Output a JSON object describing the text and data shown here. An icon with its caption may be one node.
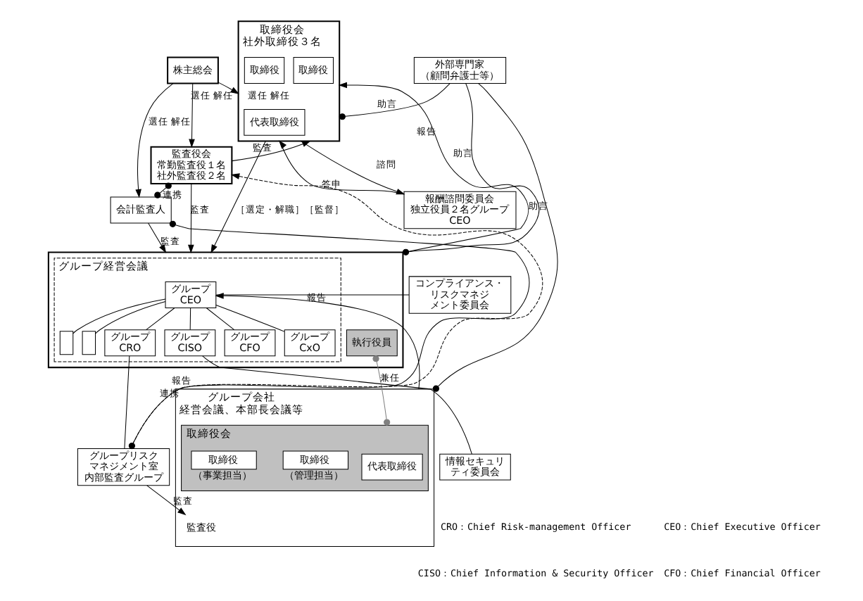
{
  "diagram": {
    "nodes": [
      {
        "text": [
          "株主総会"
        ]
      },
      {
        "text": [
          "取締役会",
          "社外取締役３名"
        ]
      },
      {
        "text": [
          "代表取締役"
        ],
        "in": 1
      },
      {
        "text": [
          "取締役"
        ],
        "in": 1
      },
      {
        "text": [
          "取締役"
        ],
        "in": 1
      },
      {
        "text": [
          "監査役会",
          "常勤監査役１名社外監査役２名"
        ]
      },
      {
        "text": [
          "会計監査人"
        ]
      },
      {
        "text": [
          "外部専門家（顧問弁護士等）"
        ]
      },
      {
        "text": [
          "報酬諮問委員会",
          "独立役員２名グループCEO"
        ]
      },
      {
        "text": [],
        "shape": "box"
      },
      {
        "text": [
          "グループ経営会議"
        ],
        "in": 9
      },
      {
        "text": [
          "グループCEO"
        ],
        "in": 10
      },
      {
        "text": [
          "グループCFO"
        ],
        "in": 10
      },
      {
        "text": [
          "グループCxO"
        ],
        "in": 10
      },
      {
        "text": [],
        "shape": "box",
        "in": 10
      },
      {
        "text": [],
        "shape": "box",
        "in": 10
      },
      {
        "text": [
          "グループCRO"
        ],
        "in": 10
      },
      {
        "text": [
          "グループCISO"
        ],
        "in": 10
      },
      {
        "text": [
          "執行役員"
        ],
        "in": 9
      },
      {
        "text": [
          "コンプライアンス・リスクマネジメント委員会"
        ]
      },
      {
        "text": [
          "情報セキュリティ委員会"
        ]
      },
      {
        "text": [
          "グループ会社"
        ],
        "beside": [
          "経営会議、本部長会議等"
        ]
      },
      {
        "text": [
          "取締役会"
        ],
        "in": 21
      },
      {
        "text": [
          "代表取締役"
        ],
        "in": 22
      },
      {
        "text": [
          "取締役"
        ],
        "in": 22,
        "beside": [
          "（事業担当）"
        ]
      },
      {
        "text": [
          "取締役"
        ],
        "in": 22,
        "beside": [
          "（管理担当）"
        ]
      },
      {
        "text": [
          "監査役"
        ],
        "in": 21
      },
      {
        "text": [
          "グループリスクマネジメント室",
          "内部監査グループ"
        ]
      }
    ],
    "edges": [
      {
        "from": 0,
        "to": 1,
        "arrow": "to",
        "label": "選任 解任"
      },
      {
        "from": 0,
        "to": 5,
        "arrow": "to",
        "label": "選任 解任"
      },
      {
        "from": 0,
        "to": 6,
        "arrow": "to",
        "label": "選任 解任"
      },
      {
        "from": 7,
        "to": 1,
        "arrow": "other",
        "label": "助言"
      },
      {
        "from": 1,
        "to": 8,
        "arrow": "to",
        "label": "諮問"
      },
      {
        "from": 8,
        "to": 1,
        "arrow": "to",
        "label": "答申"
      },
      {
        "from": 5,
        "to": 1,
        "arrow": "to",
        "label": "監査"
      },
      {
        "from": 5,
        "to": 6,
        "arrow": "other",
        "label": "連携"
      },
      {
        "from": 1,
        "to": 9,
        "arrow": "to",
        "label": "［選定・解職］［監督］"
      },
      {
        "from": 9,
        "to": 1,
        "arrow": "to",
        "label": "報告"
      },
      {
        "from": 5,
        "to": 9,
        "arrow": "to",
        "label": "監査"
      },
      {
        "from": 6,
        "to": 9,
        "arrow": "to",
        "label": "監査"
      },
      {
        "from": 7,
        "to": 9,
        "arrow": "other",
        "label": "助言"
      },
      {
        "from": 19,
        "to": 11,
        "arrow": "none"
      },
      {
        "from": 11,
        "to": 12,
        "arrow": "none"
      },
      {
        "from": 11,
        "to": 13,
        "arrow": "none"
      },
      {
        "from": 11,
        "to": 14,
        "arrow": "none"
      },
      {
        "from": 11,
        "to": 15,
        "arrow": "none"
      },
      {
        "from": 11,
        "to": 16,
        "arrow": "none"
      },
      {
        "from": 11,
        "to": 17,
        "arrow": "none"
      },
      {
        "from": 17,
        "to": 20,
        "arrow": "none"
      },
      {
        "from": 21,
        "to": 11,
        "arrow": "to",
        "label": "報告"
      },
      {
        "from": 18,
        "to": 22,
        "arrow": "other",
        "label": "兼任",
        "color": "#808080"
      },
      {
        "from": 16,
        "to": 27,
        "arrow": "none"
      },
      {
        "from": 27,
        "to": 5,
        "arrow": "to",
        "label": "報告",
        "style": "dashed"
      },
      {
        "from": 27,
        "to": 26,
        "arrow": "to",
        "label": "監査"
      },
      {
        "from": 27,
        "to": 6,
        "arrow": "other",
        "label": "連携"
      },
      {
        "from": 7,
        "to": 21,
        "arrow": "other",
        "label": "助言"
      }
    ],
    "labels": [
      "CEO：Chief Executive Officer",
      "CRO：Chief Risk-management Officer",
      "CFO：Chief Financial Officer",
      "CISO：Chief Information & Security Officer"
    ]
  }
}
